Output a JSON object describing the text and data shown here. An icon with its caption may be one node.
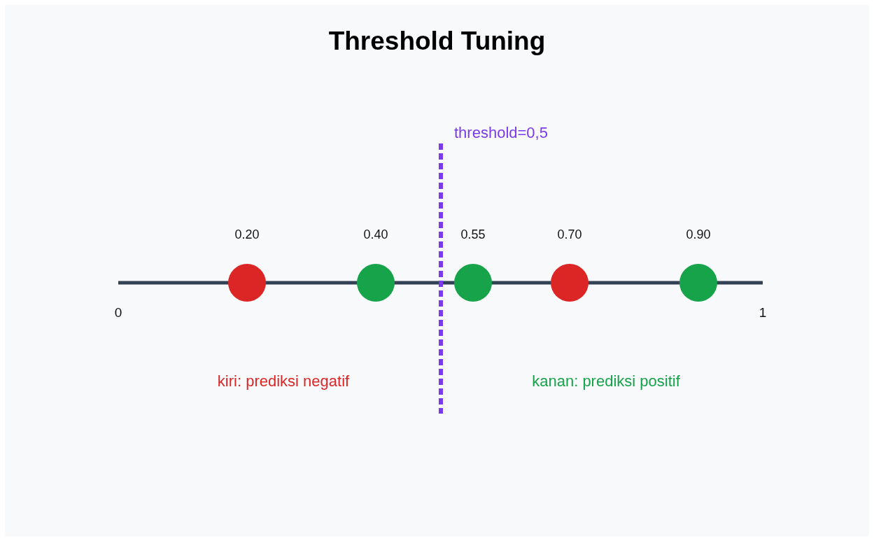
{
  "diagram": {
    "title": "Threshold Tuning",
    "nodes": [
      {
        "text": [],
        "shape": "circle",
        "beside": [
          "0.20"
        ]
      },
      {
        "text": [],
        "shape": "circle",
        "beside": [
          "0.40"
        ]
      },
      {
        "text": [],
        "shape": "circle",
        "beside": [
          "0.55"
        ]
      },
      {
        "text": [],
        "shape": "circle",
        "beside": [
          "0.70"
        ]
      },
      {
        "text": [],
        "shape": "circle",
        "beside": [
          "0.90"
        ]
      }
    ],
    "labels": [
      "threshold=0,5",
      "0",
      "1",
      "kiri: prediksi negatif",
      "kanan: prediksi positif"
    ]
  }
}
